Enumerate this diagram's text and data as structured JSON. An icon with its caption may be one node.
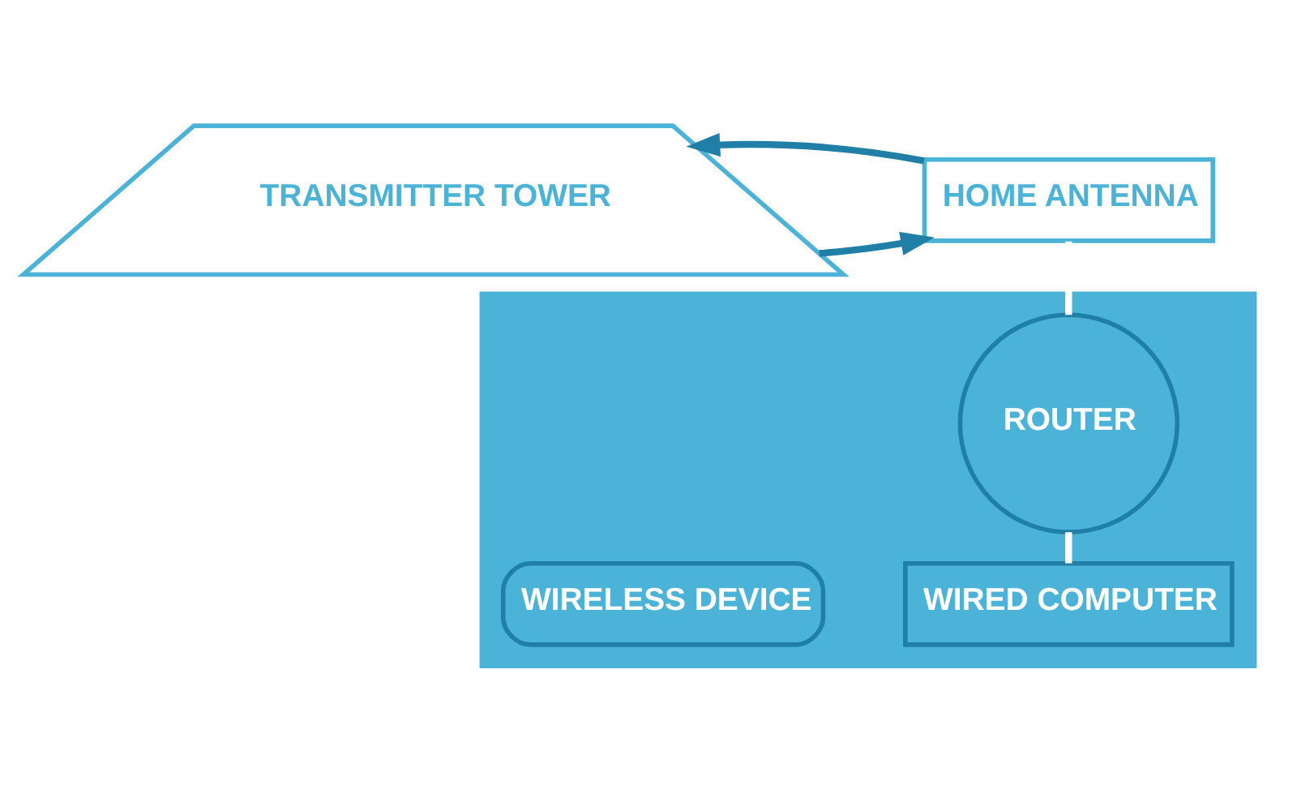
{
  "diagram": {
    "nodes": [
      {
        "text": [
          "TRANSMITTER TOWER"
        ]
      },
      {
        "text": [
          "HOME ANTENNA"
        ]
      },
      {
        "text": [],
        "shape": "house"
      },
      {
        "text": [
          "ROUTER"
        ],
        "in": 2
      },
      {
        "text": [
          "WIRELESS DEVICE"
        ],
        "in": 2
      },
      {
        "text": [
          "WIRED COMPUTER"
        ],
        "in": 2
      }
    ],
    "edges": [
      {
        "from": 0,
        "to": 1,
        "arrow": "to"
      },
      {
        "from": 1,
        "to": 0,
        "arrow": "to"
      },
      {
        "from": 1,
        "to": 3,
        "arrow": "none",
        "color": "#ffffff"
      },
      {
        "from": 3,
        "to": 5,
        "arrow": "none",
        "color": "#ffffff"
      }
    ]
  }
}
